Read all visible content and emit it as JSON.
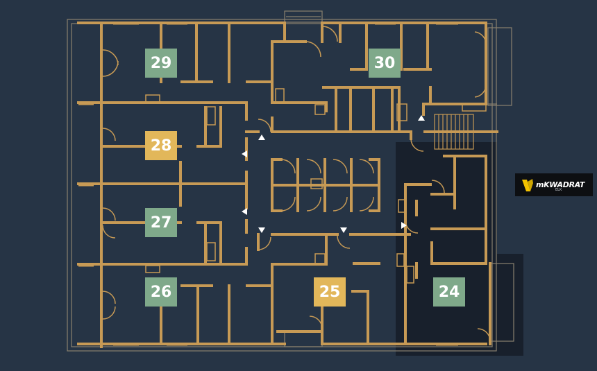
{
  "plan": {
    "colors": {
      "background": "#263445",
      "wall": "#c79a55",
      "outline": "#8a806e",
      "selected_area": "#161d28",
      "available": "#7fa98a",
      "reserved": "#e2b75a",
      "arrow": "#ffffff"
    },
    "selected_unit": "24",
    "units": [
      {
        "number": "29",
        "status": "available"
      },
      {
        "number": "30",
        "status": "available"
      },
      {
        "number": "28",
        "status": "reserved"
      },
      {
        "number": "27",
        "status": "available"
      },
      {
        "number": "26",
        "status": "available"
      },
      {
        "number": "25",
        "status": "reserved"
      },
      {
        "number": "24",
        "status": "available"
      }
    ]
  },
  "logo": {
    "icon": "building-icon",
    "text": "mKWADRAT",
    "subtext": "ELK"
  }
}
